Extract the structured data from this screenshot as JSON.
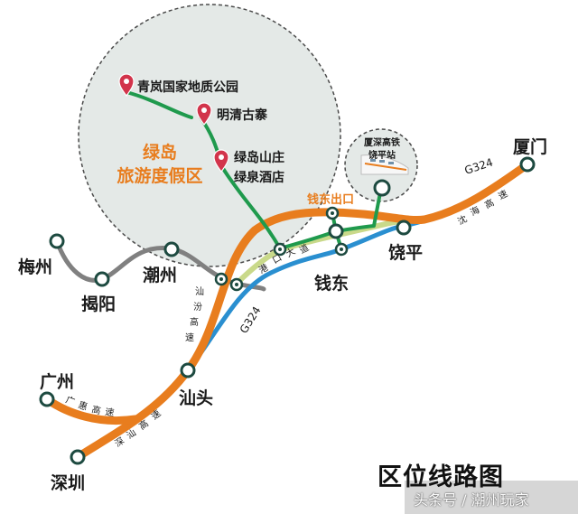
{
  "map": {
    "title": "区位线路图",
    "watermark": "头条号 / 潮州玩家",
    "resort_area": {
      "name_line1": "绿岛",
      "name_line2": "旅游度假区",
      "pois": [
        "青岚国家地质公园",
        "明清古寨",
        "绿岛山庄",
        "绿泉酒店"
      ]
    },
    "station": {
      "line1": "厦深高铁",
      "line2": "饶平站"
    },
    "cities": {
      "meizhou": "梅州",
      "jieyang": "揭阳",
      "chaozhou": "潮州",
      "qiandong": "钱东",
      "raoping": "饶平",
      "xiamen": "厦门",
      "shantou": "汕头",
      "guangzhou": "广州",
      "shenzhen": "深圳"
    },
    "roads": {
      "g324_top": "G324",
      "g324_left": "G324",
      "qiandong_exit": "钱东出口",
      "gangkou": [
        "港",
        "口",
        "大",
        "道"
      ],
      "shenhai": [
        "沈",
        "海",
        "高",
        "速"
      ],
      "shanfen": [
        "汕",
        "汾",
        "高",
        "速"
      ],
      "guanghui": [
        "广",
        "惠",
        "高",
        "速"
      ],
      "shenshan": [
        "深",
        "汕",
        "高",
        "速"
      ]
    },
    "colors": {
      "expressway": "#e87d1e",
      "national_road": "#2a8fd0",
      "rail": "#808080",
      "resort_route": "#1f9a4d",
      "gangkou_road": "#c9d98a",
      "circle_fill": "#e4e9e7",
      "node_ring": "#1d4a40",
      "pin": "#d2344b"
    }
  }
}
